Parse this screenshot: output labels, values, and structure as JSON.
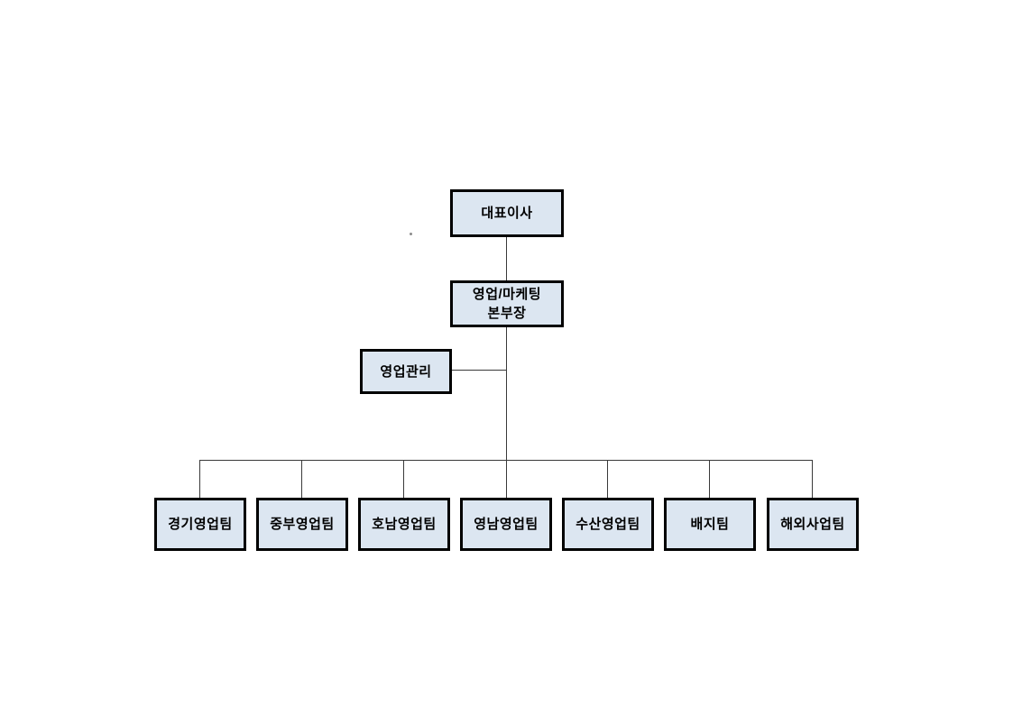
{
  "colors": {
    "node_fill": "#dce6f1",
    "node_border": "#000000",
    "connector": "#3a3a3a",
    "text": "#000000",
    "page_bg": "#ffffff"
  },
  "org_chart": {
    "nodes": {
      "ceo": {
        "label": "대표이사"
      },
      "division_head": {
        "label_line1": "영업/마케팅",
        "label_line2": "본부장"
      },
      "sales_admin": {
        "label": "영업관리"
      },
      "teams": [
        {
          "label": "경기영업팀"
        },
        {
          "label": "중부영업팀"
        },
        {
          "label": "호남영업팀"
        },
        {
          "label": "영남영업팀"
        },
        {
          "label": "수산영업팀"
        },
        {
          "label": "배지팀"
        },
        {
          "label": "해외사업팀"
        }
      ]
    },
    "edges": [
      [
        "ceo",
        "division_head"
      ],
      [
        "division_head",
        "sales_admin"
      ],
      [
        "division_head",
        "경기영업팀"
      ],
      [
        "division_head",
        "중부영업팀"
      ],
      [
        "division_head",
        "호남영업팀"
      ],
      [
        "division_head",
        "영남영업팀"
      ],
      [
        "division_head",
        "수산영업팀"
      ],
      [
        "division_head",
        "배지팀"
      ],
      [
        "division_head",
        "해외사업팀"
      ]
    ]
  }
}
